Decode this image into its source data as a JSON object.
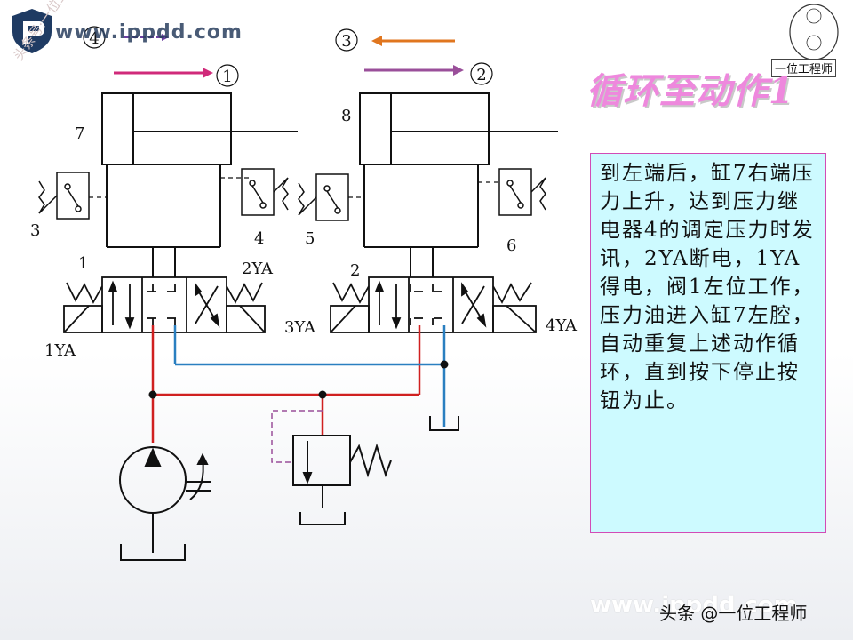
{
  "slide": {
    "title": "循环至动作1",
    "description": "到左端后，缸7右端压力上升，达到压力继电器4的调定压力时发讯，2YA断电，1YA得电，阀1左位工作，压力油进入缸7左腔，自动重复上述动作循环，直到按下停止按钮为止。"
  },
  "watermarks": {
    "site": "www.ippdd.com",
    "diagonal": "头条号:一位工程师",
    "stamp": "一位工程师",
    "bottom_overlay": "www.ippdd.com",
    "bottom_credit": "头条 @一位工程师"
  },
  "diagram": {
    "motion_markers": [
      "①",
      "②",
      "③",
      "④"
    ],
    "component_numbers": {
      "cylinder_left": "7",
      "cylinder_right": "8",
      "relay_3": "3",
      "relay_4": "4",
      "relay_5": "5",
      "relay_6": "6",
      "valve_1": "1",
      "valve_2": "2"
    },
    "solenoids": {
      "s1": "1YA",
      "s2": "2YA",
      "s3": "3YA",
      "s4": "4YA"
    }
  },
  "colors": {
    "title": "#ee88dd",
    "box_fill": "#cdfaff",
    "box_border": "#d24bb6",
    "pressure_line": "#d02020",
    "return_line": "#2a7fc0",
    "arrow_magenta": "#d02a7a",
    "arrow_orange": "#e0761f",
    "arrow_purple": "#9a4f9a"
  }
}
